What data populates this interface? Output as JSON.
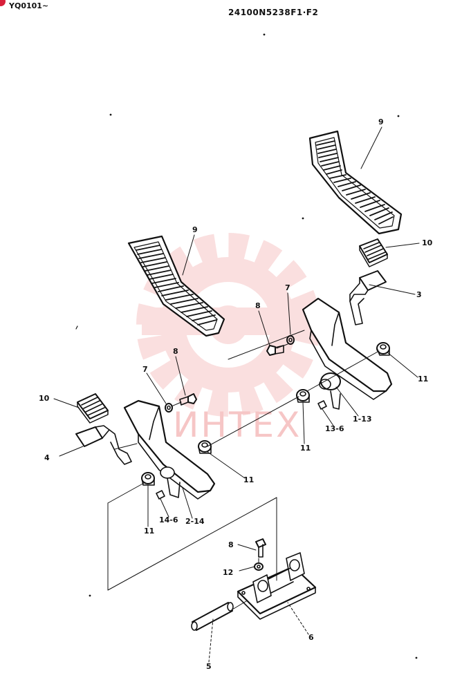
{
  "header": {
    "serial": "YQ0101~",
    "part_number": "24100N5238F1·F2"
  },
  "watermark": {
    "text": "ИНТЕХ",
    "color": "#f6c6c6"
  },
  "colors": {
    "badge": "#d8203a",
    "ink": "#111111"
  },
  "callouts": [
    "9",
    "9",
    "10",
    "10",
    "7",
    "7",
    "8",
    "8",
    "8",
    "3",
    "11",
    "11",
    "11",
    "11",
    "1-13",
    "13-6",
    "4",
    "2-14",
    "14-6",
    "12",
    "6",
    "5"
  ]
}
